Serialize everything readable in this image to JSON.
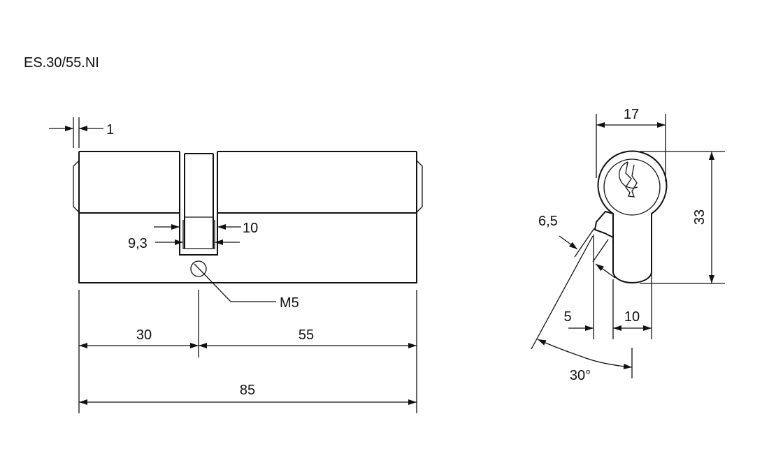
{
  "title": "ES.30/55.NI",
  "front_view": {
    "dim_offset": "1",
    "dim_cam_outer": "10",
    "dim_cam_inner": "9,3",
    "thread": "M5",
    "dim_left": "30",
    "dim_right": "55",
    "dim_total": "85"
  },
  "side_view": {
    "dim_width": "17",
    "dim_height": "33",
    "dim_cam": "6,5",
    "dim_offset": "5",
    "dim_stem": "10",
    "dim_angle": "30°"
  }
}
